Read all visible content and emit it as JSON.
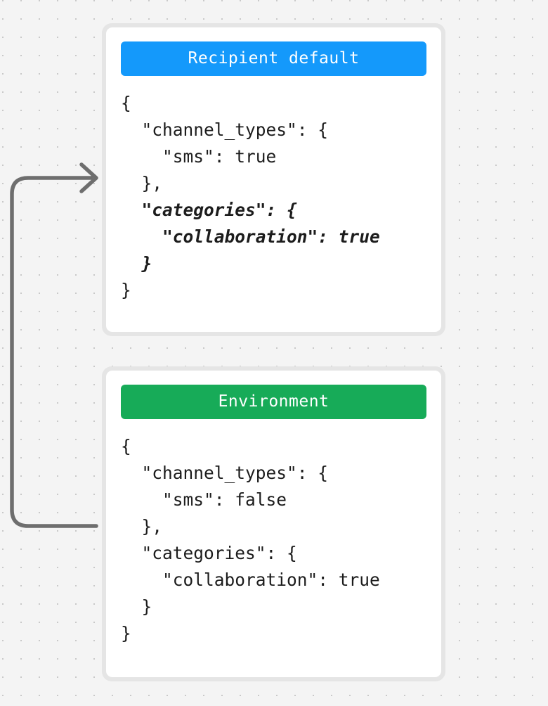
{
  "diagram": {
    "background_color": "#f4f4f4",
    "dot_color": "#c9c9c9",
    "connector": {
      "name": "override-arrow",
      "color": "#6e6e6e",
      "description": "arrow from Environment card up to Recipient default card"
    }
  },
  "cards": [
    {
      "id": "recipient-default",
      "header_label": "Recipient default",
      "header_color": "#1499fb",
      "code_lines": [
        {
          "text": "{",
          "emphasis": false
        },
        {
          "text": "  \"channel_types\": {",
          "emphasis": false
        },
        {
          "text": "    \"sms\": true",
          "emphasis": false
        },
        {
          "text": "  },",
          "emphasis": false
        },
        {
          "text": "  \"categories\": {",
          "emphasis": true
        },
        {
          "text": "    \"collaboration\": true",
          "emphasis": true
        },
        {
          "text": "  }",
          "emphasis": true
        },
        {
          "text": "}",
          "emphasis": false
        }
      ]
    },
    {
      "id": "environment",
      "header_label": "Environment",
      "header_color": "#17ab58",
      "code_lines": [
        {
          "text": "{",
          "emphasis": false
        },
        {
          "text": "  \"channel_types\": {",
          "emphasis": false
        },
        {
          "text": "    \"sms\": false",
          "emphasis": false
        },
        {
          "text": "  },",
          "emphasis": false
        },
        {
          "text": "  \"categories\": {",
          "emphasis": false
        },
        {
          "text": "    \"collaboration\": true",
          "emphasis": false
        },
        {
          "text": "  }",
          "emphasis": false
        },
        {
          "text": "}",
          "emphasis": false
        }
      ]
    }
  ]
}
